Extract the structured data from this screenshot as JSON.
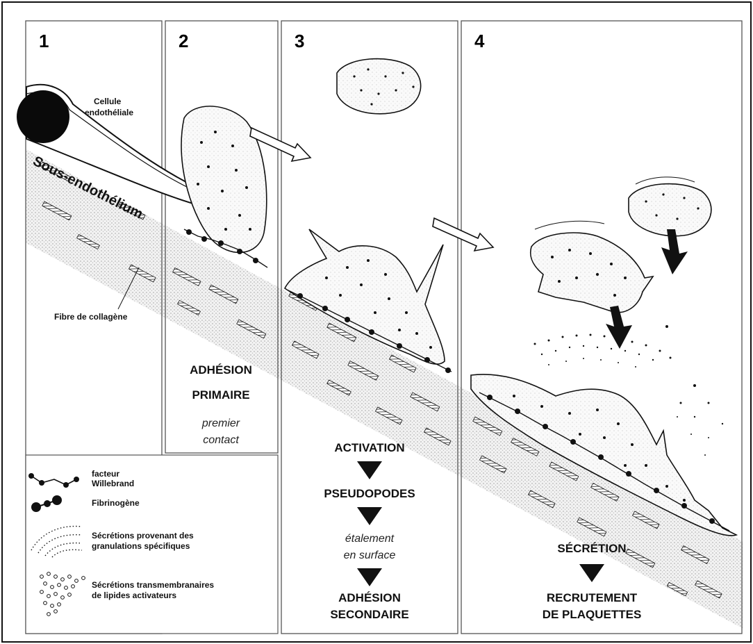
{
  "panels": [
    {
      "number": "1"
    },
    {
      "number": "2",
      "title_line1": "ADHÉSION",
      "title_line2": "PRIMAIRE",
      "note_line1": "premier",
      "note_line2": "contact"
    },
    {
      "number": "3",
      "step1": "ACTIVATION",
      "step2": "PSEUDOPODES",
      "step3_line1": "étalement",
      "step3_line2": "en surface",
      "step4_line1": "ADHÉSION",
      "step4_line2": "SECONDAIRE"
    },
    {
      "number": "4",
      "step1": "SÉCRÉTION",
      "step2_line1": "RECRUTEMENT",
      "step2_line2": "DE PLAQUETTES"
    }
  ],
  "labels": {
    "cell_line1": "Cellule",
    "cell_line2": "endothéliale",
    "subendothelium": "Sous-endothélium",
    "collagen": "Fibre de collagène"
  },
  "legend": {
    "vwf_line1": "facteur",
    "vwf_line2": "Willebrand",
    "fibrinogen": "Fibrinogène",
    "secretion_granules_line1": "Sécrétions provenant des",
    "secretion_granules_line2": "granulations spécifiques",
    "secretion_lipids_line1": "Sécrétions transmembranaires",
    "secretion_lipids_line2": "de lipides activateurs"
  },
  "colors": {
    "ink": "#111111",
    "stipple": "#bdbdbd",
    "panel_border": "#444444"
  }
}
